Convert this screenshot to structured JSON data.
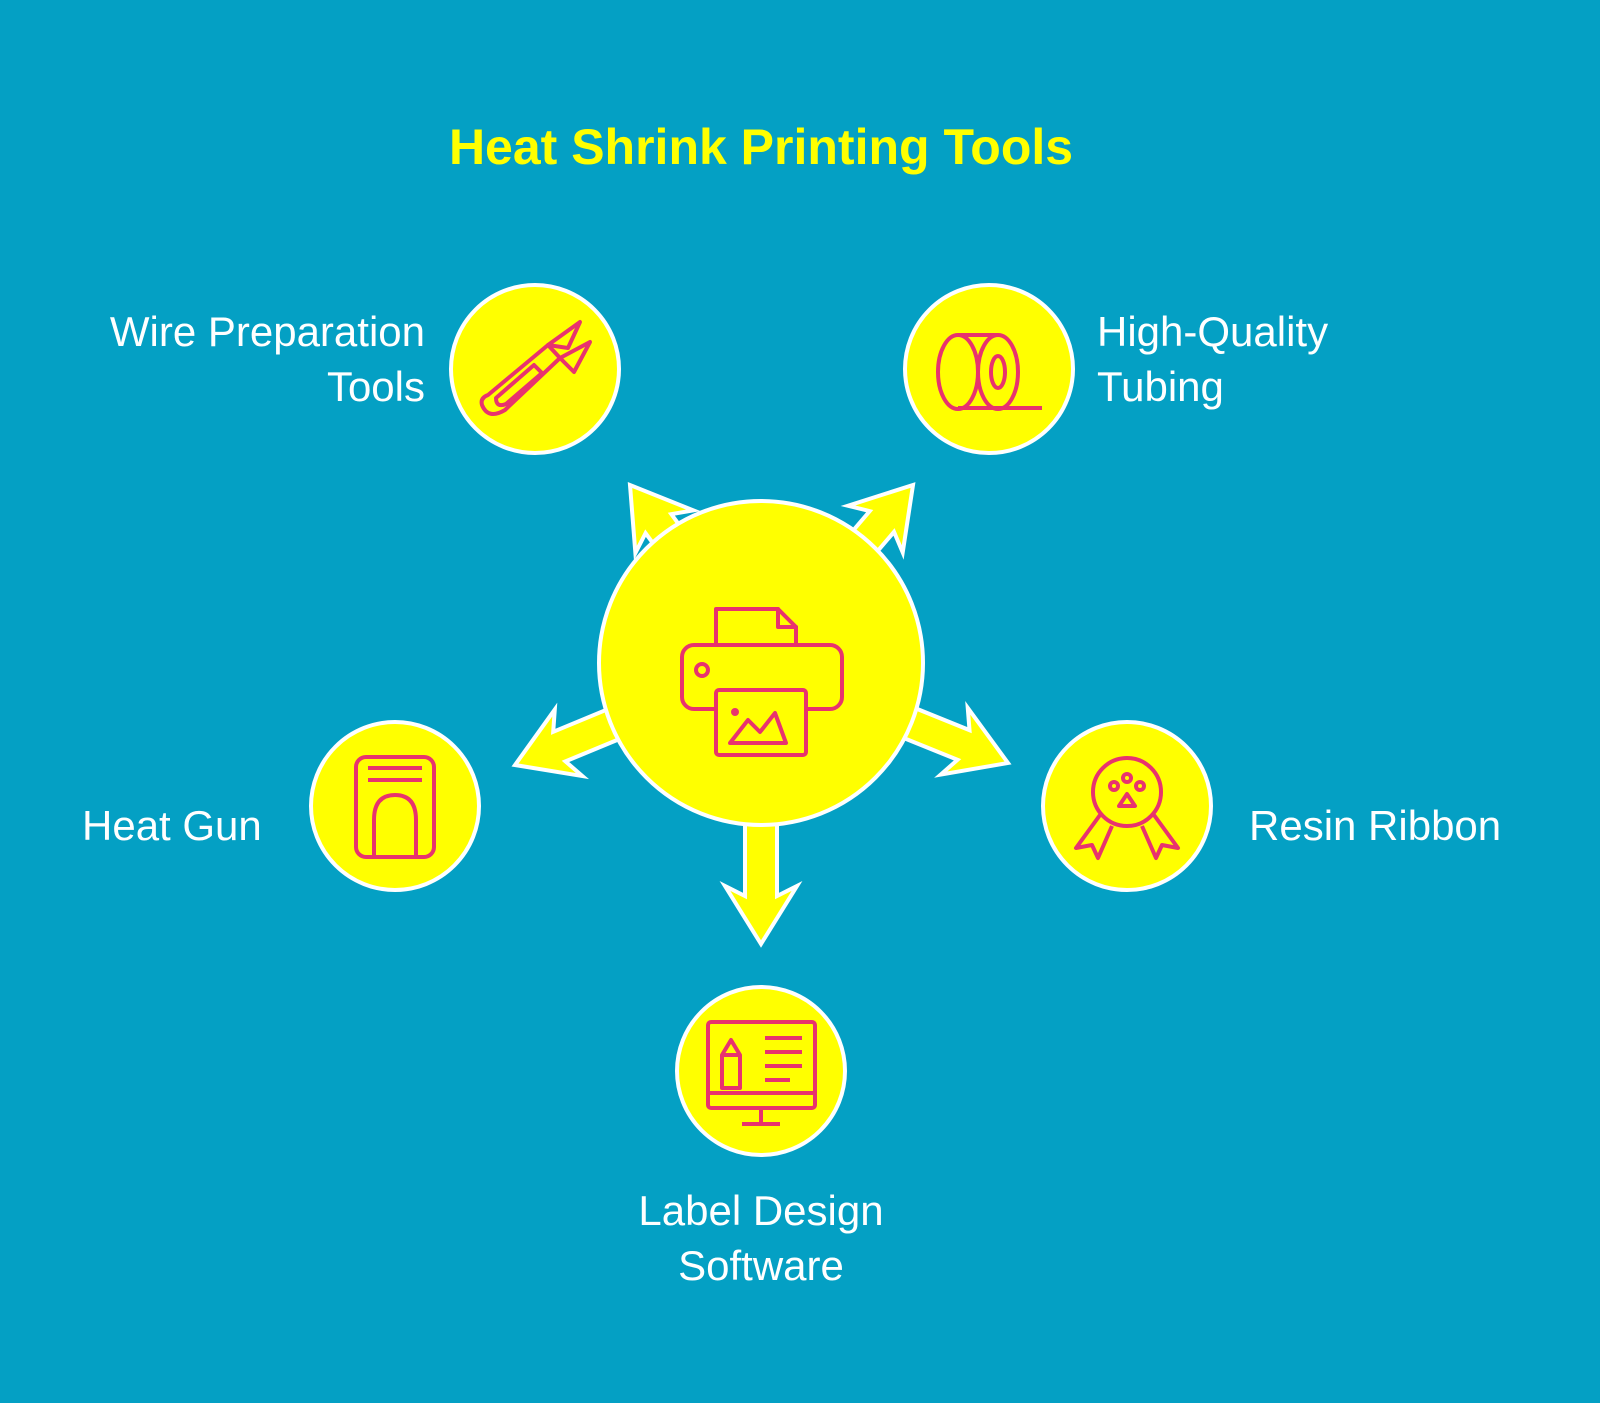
{
  "title": "Heat Shrink Printing Tools",
  "colors": {
    "background": "#04A0C4",
    "node_fill": "#FFFF00",
    "icon_stroke": "#E8336E",
    "outline": "#FFFFFF",
    "title": "#FFFF00",
    "label": "#FFFFFF"
  },
  "center": {
    "icon": "printer-icon"
  },
  "nodes": [
    {
      "label_lines": [
        "Wire Preparation",
        "Tools"
      ],
      "icon": "wire-cutter-icon"
    },
    {
      "label_lines": [
        "High-Quality",
        "Tubing"
      ],
      "icon": "tubing-roll-icon"
    },
    {
      "label_lines": [
        "Heat Gun"
      ],
      "icon": "heat-gun-icon"
    },
    {
      "label_lines": [
        "Resin Ribbon"
      ],
      "icon": "ribbon-badge-icon"
    },
    {
      "label_lines": [
        "Label Design",
        "Software"
      ],
      "icon": "design-software-icon"
    }
  ]
}
